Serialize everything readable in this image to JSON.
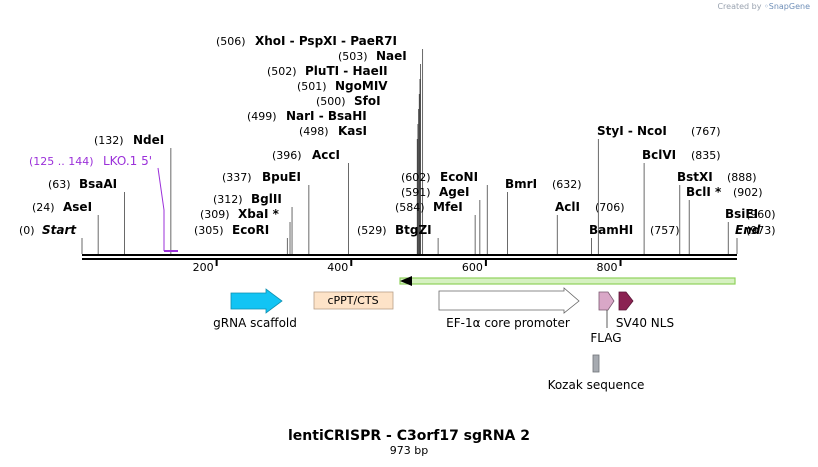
{
  "credit": {
    "prefix": "Created by",
    "brand": "SnapGene"
  },
  "map": {
    "title": "lentiCRISPR - C3orf17 sgRNA 2",
    "length_text": "973 bp",
    "total_bp": 973,
    "ruler_ticks": [
      200,
      400,
      600,
      800
    ]
  },
  "sites": [
    {
      "pos": "(0)",
      "name": "Start",
      "style": "italic",
      "bp": 0
    },
    {
      "pos": "(24)",
      "name": "AseI",
      "bp": 24
    },
    {
      "pos": "(63)",
      "name": "BsaAI",
      "bp": 63
    },
    {
      "pos": "(132)",
      "name": "NdeI",
      "bp": 132
    },
    {
      "pos": "(305)",
      "name": "EcoRI",
      "bp": 305
    },
    {
      "pos": "(309)",
      "name": "XbaI *",
      "bp": 309
    },
    {
      "pos": "(312)",
      "name": "BglII",
      "bp": 312
    },
    {
      "pos": "(337)",
      "name": "BpuEI",
      "bp": 337
    },
    {
      "pos": "(396)",
      "name": "AccI",
      "bp": 396
    },
    {
      "pos": "(498)",
      "name": "KasI",
      "bp": 498
    },
    {
      "pos": "(499)",
      "name": "NarI  - BsaHI",
      "bp": 499
    },
    {
      "pos": "(500)",
      "name": "SfoI",
      "bp": 500
    },
    {
      "pos": "(501)",
      "name": "NgoMIV",
      "bp": 501
    },
    {
      "pos": "(502)",
      "name": "PluTI  - HaeII",
      "bp": 502
    },
    {
      "pos": "(503)",
      "name": "NaeI",
      "bp": 503
    },
    {
      "pos": "(506)",
      "name": "XhoI  - PspXI  - PaeR7I",
      "bp": 506
    },
    {
      "pos": "(529)",
      "name": "BtgZI",
      "bp": 529
    },
    {
      "pos": "(584)",
      "name": "MfeI",
      "bp": 584
    },
    {
      "pos": "(591)",
      "name": "AgeI",
      "bp": 591
    },
    {
      "pos": "(602)",
      "name": "EcoNI",
      "bp": 602
    },
    {
      "pos": "",
      "name": "BmrI",
      "bp": 632
    },
    {
      "pos": "(632)",
      "name": "",
      "bp": 632
    },
    {
      "pos": "",
      "name": "AclI",
      "bp": 706
    },
    {
      "pos": "(706)",
      "name": "",
      "bp": 706
    },
    {
      "pos": "",
      "name": "BamHI",
      "bp": 757
    },
    {
      "pos": "(757)",
      "name": "",
      "bp": 757
    },
    {
      "pos": "",
      "name": "StyI  - NcoI",
      "bp": 767
    },
    {
      "pos": "(767)",
      "name": "",
      "bp": 767
    },
    {
      "pos": "",
      "name": "BclVI",
      "bp": 835
    },
    {
      "pos": "(835)",
      "name": "",
      "bp": 835
    },
    {
      "pos": "",
      "name": "BstXI",
      "bp": 888
    },
    {
      "pos": "(888)",
      "name": "",
      "bp": 888
    },
    {
      "pos": "",
      "name": "BclI *",
      "bp": 902
    },
    {
      "pos": "(902)",
      "name": "",
      "bp": 902
    },
    {
      "pos": "",
      "name": "BsiEI",
      "bp": 960
    },
    {
      "pos": "(960)",
      "name": "",
      "bp": 960
    },
    {
      "pos": "",
      "name": "End",
      "style": "italic",
      "bp": 973
    },
    {
      "pos": "(973)",
      "name": "",
      "bp": 973
    }
  ],
  "primer": {
    "range": "(125 .. 144)",
    "name": "LKO.1 5'",
    "color": "#9b30d9"
  },
  "features": [
    {
      "name": "gRNA scaffold",
      "color": "#12c4f4",
      "type": "arrow"
    },
    {
      "name": "cPPT/CTS",
      "color": "#fde3c8",
      "type": "box"
    },
    {
      "name": "EF-1α core promoter",
      "color": "#ffffff",
      "type": "arrow"
    },
    {
      "name": "FLAG",
      "color": "#d9a7c7",
      "type": "arrow"
    },
    {
      "name": "SV40 NLS",
      "color": "#8b2252",
      "type": "arrow"
    },
    {
      "name": "Kozak sequence",
      "color": "#a6aab0",
      "type": "box"
    }
  ],
  "orf": {
    "color": "#8fd35c",
    "direction": "reverse"
  }
}
